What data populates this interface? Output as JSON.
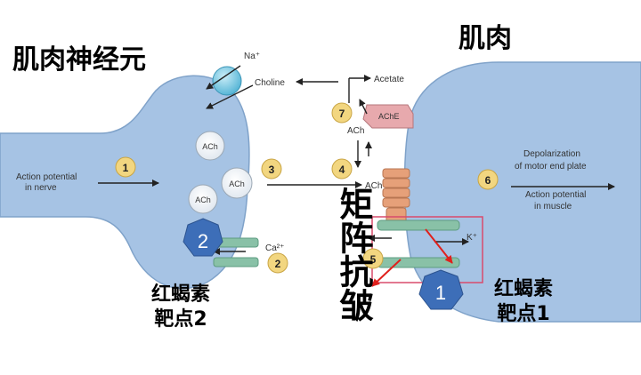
{
  "titles": {
    "neuron": "肌肉神经元",
    "muscle": "肌肉"
  },
  "labels": {
    "na": "Na⁺",
    "choline": "Choline",
    "acetate": "Acetate",
    "ache": "AChE",
    "ach": "ACh",
    "action_potential_nerve_1": "Action potential",
    "action_potential_nerve_2": "in nerve",
    "ca": "Ca²⁺",
    "k": "K⁺",
    "depol_1": "Depolarization",
    "depol_2": "of motor end plate",
    "ap_muscle_1": "Action potential",
    "ap_muscle_2": "in muscle"
  },
  "steps": [
    "1",
    "2",
    "3",
    "4",
    "5",
    "6",
    "7"
  ],
  "targets": {
    "badge_1": "1",
    "badge_2": "2",
    "target_1_line1": "红蝎素",
    "target_1_line2": "靶点1",
    "target_2_line1": "红蝎素",
    "target_2_line2": "靶点2"
  },
  "drug_vertical": "矩阵抗皱",
  "colors": {
    "cell": "#a6c3e4",
    "step_circle": "#f2d680",
    "badge": "#3d6eb8",
    "ache": "#e7a9ad",
    "receptor": "#e6a079",
    "channel": "#89c1a7",
    "box": "#d94b6c",
    "arrow_red": "#e0201c"
  }
}
